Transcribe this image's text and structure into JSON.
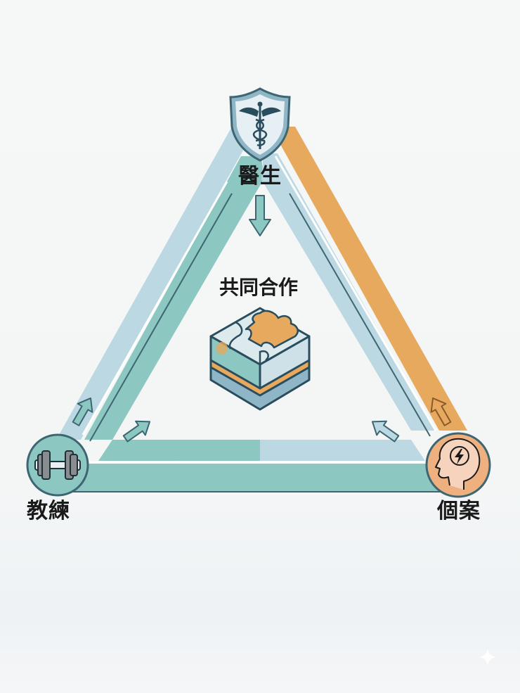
{
  "diagram": {
    "type": "triangle-collaboration",
    "nodes": {
      "top": {
        "label": "醫生",
        "icon": "caduceus-shield-icon",
        "color": "#dbe9ee"
      },
      "left": {
        "label": "教練",
        "icon": "dumbbell-icon",
        "color": "#8cc7c1"
      },
      "right": {
        "label": "個案",
        "icon": "head-lightning-icon",
        "color": "#eeb07e"
      }
    },
    "center": {
      "label": "共同合作",
      "icon": "puzzle-cube-icon"
    },
    "edges": [
      {
        "from": "left",
        "to": "top",
        "colors": [
          "#bcd9e3",
          "#8cc7c1"
        ]
      },
      {
        "from": "top",
        "to": "right",
        "colors": [
          "#e6a95e",
          "#bcd9e3"
        ]
      },
      {
        "from": "left",
        "to": "right",
        "colors": [
          "#8cc7c1",
          "#bcd9e3"
        ]
      }
    ],
    "arrows": [
      {
        "near": "top",
        "direction": "down",
        "color": "#8cc7c1"
      },
      {
        "near": "left",
        "direction": "up-right",
        "color": "#8cc7c1"
      },
      {
        "near": "left",
        "direction": "up-right-inner",
        "color": "#8cc7c1"
      },
      {
        "near": "right",
        "direction": "up-left-inner",
        "color": "#bcd9e3"
      },
      {
        "near": "right",
        "direction": "up",
        "color": "#e6a95e"
      }
    ],
    "palette": {
      "teal": "#8cc7c1",
      "light_blue": "#bcd9e3",
      "orange": "#e6a95e",
      "outline": "#3d6672",
      "text": "#1a1a1a"
    }
  }
}
